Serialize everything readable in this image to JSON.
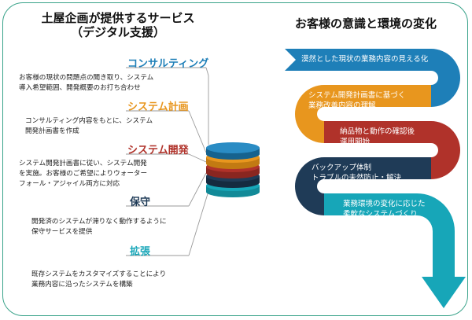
{
  "left": {
    "title_line1": "土屋企画が提供するサービス",
    "title_line2": "（デジタル支援）",
    "services": [
      {
        "name": "コンサルティング",
        "color": "#1e7fb8",
        "lines": [
          "お客様の現状の問題点の聞き取り、システム",
          "導入希望範囲、開発概要のお打ち合わせ"
        ]
      },
      {
        "name": "システム計画",
        "color": "#e8961e",
        "lines": [
          "コンサルティング内容をもとに、システム",
          "開発計画書を作成"
        ]
      },
      {
        "name": "システム開発",
        "color": "#b0322a",
        "lines": [
          "システム開発計画書に従い、システム開発",
          "を実施。お客様のご希望によりウォーター",
          "フォール・アジャイル両方に対応"
        ]
      },
      {
        "name": "保守",
        "color": "#1f3b57",
        "lines": [
          "開発済のシステムが滞りなく動作するように",
          "保守サービスを提供"
        ]
      },
      {
        "name": "拡張",
        "color": "#17a6b8",
        "lines": [
          "既存システムをカスタマイズすることにより",
          "業務内容に沿ったシステムを構築"
        ]
      }
    ]
  },
  "right": {
    "title": "お客様の意識と環境の変化",
    "steps": [
      {
        "lines": [
          "漠然とした現状の業務内容の見える化"
        ],
        "color": "#1e7fb8"
      },
      {
        "lines": [
          "システム開発計画書に基づく",
          "業務改善内容の理解"
        ],
        "color": "#e8961e"
      },
      {
        "lines": [
          "納品物と動作の確認後",
          "運用開始"
        ],
        "color": "#b0322a"
      },
      {
        "lines": [
          "バックアップ体制",
          "トラブルの未然防止・解決"
        ],
        "color": "#1f3b57"
      },
      {
        "lines": [
          "業務環境の変化に応じた",
          "柔軟なシステムづくり"
        ],
        "color": "#17a6b8"
      }
    ]
  }
}
